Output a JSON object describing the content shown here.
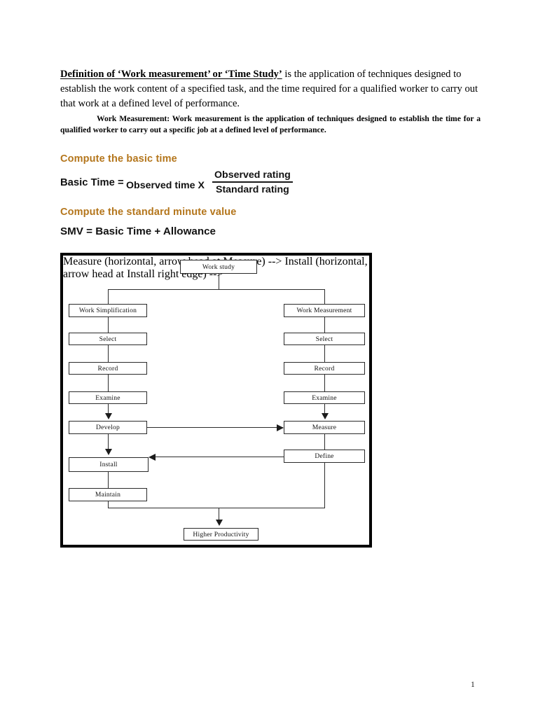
{
  "document": {
    "page_number": "1",
    "accent_color": "#b4761c",
    "body_color": "#000000",
    "paragraphs": {
      "definition_lead": "Definition of ‘Work measurement’ or ‘Time Study’",
      "definition_rest": " is the application of techniques designed to establish the work content of a specified task, and the time required for a qualified worker to carry out that work at a defined level of performance.",
      "work_measurement_note": "Work Measurement: Work measurement is the application of techniques designed to establish the time for a qualified worker to carry out a specific job at a defined level of performance."
    },
    "sections": {
      "basic_time": {
        "heading": "Compute the basic time",
        "formula_label": "Basic Time =",
        "formula_operand": "Observed time X",
        "fraction_numerator": "Observed rating",
        "fraction_denominator": "Standard rating"
      },
      "smv": {
        "heading": "Compute the standard minute value",
        "formula": "SMV = Basic Time + Allowance"
      }
    }
  },
  "flowchart": {
    "title_node": "Work study",
    "left_branch": {
      "header": "Work Simplification",
      "steps": [
        "Select",
        "Record",
        "Examine",
        "Develop",
        "Install",
        "Maintain"
      ]
    },
    "right_branch": {
      "header": "Work Measurement",
      "steps": [
        "Select",
        "Record",
        "Examine",
        "Measure",
        "Define"
      ]
    },
    "outcome_node": "Higher Productivity"
  }
}
